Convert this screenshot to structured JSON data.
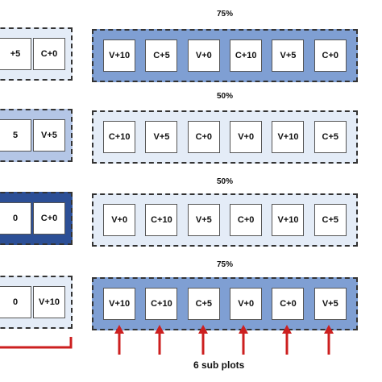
{
  "colors": {
    "light": "#e4ecf7",
    "medium": "#b4c6e6",
    "strong": "#7f9fd3",
    "dark": "#2c4f96",
    "arrow": "#cc1f1f"
  },
  "rows": [
    {
      "percent": "75%",
      "shade": "strong",
      "left_shade": "light",
      "left_cells": [
        "+5",
        "C+0"
      ],
      "cells": [
        "V+10",
        "C+5",
        "V+0",
        "C+10",
        "V+5",
        "C+0"
      ]
    },
    {
      "percent": "50%",
      "shade": "light",
      "left_shade": "medium",
      "left_cells": [
        "5",
        "V+5"
      ],
      "cells": [
        "C+10",
        "V+5",
        "C+0",
        "V+0",
        "V+10",
        "C+5"
      ]
    },
    {
      "percent": "50%",
      "shade": "light",
      "left_shade": "dark",
      "left_cells": [
        "0",
        "C+0"
      ],
      "cells": [
        "V+0",
        "C+10",
        "V+5",
        "C+0",
        "V+10",
        "C+5"
      ]
    },
    {
      "percent": "75%",
      "shade": "strong",
      "left_shade": "light",
      "left_cells": [
        "0",
        "V+10"
      ],
      "cells": [
        "V+10",
        "C+10",
        "C+5",
        "V+0",
        "C+0",
        "V+5"
      ]
    }
  ],
  "caption": "6 sub plots"
}
